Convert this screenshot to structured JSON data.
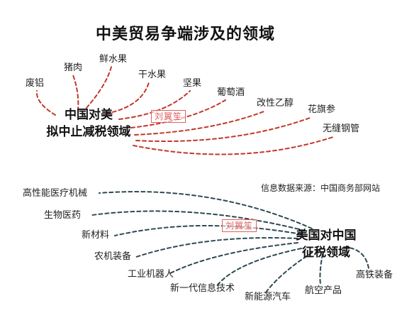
{
  "title": "中美贸易争端涉及的领域",
  "source_note": "信息数据来源：中国商务部网站",
  "china_hub": {
    "line1": "中国对美",
    "line2": "拟中止减税领域",
    "color": "#c0392b"
  },
  "china_items": [
    "废铝",
    "猪肉",
    "鲜水果",
    "干水果",
    "坚果",
    "葡萄酒",
    "改性乙醇",
    "花旗参",
    "无缝钢管"
  ],
  "us_hub": {
    "line1": "美国对中国",
    "line2": "征税领域",
    "color": "#2c4a52"
  },
  "us_items": [
    "高性能医疗机械",
    "生物医药",
    "新材料",
    "农机装备",
    "工业机器人",
    "新一代信息技术",
    "新能源汽车",
    "航空产品",
    "高铁装备"
  ],
  "watermark": "刘翼笙"
}
